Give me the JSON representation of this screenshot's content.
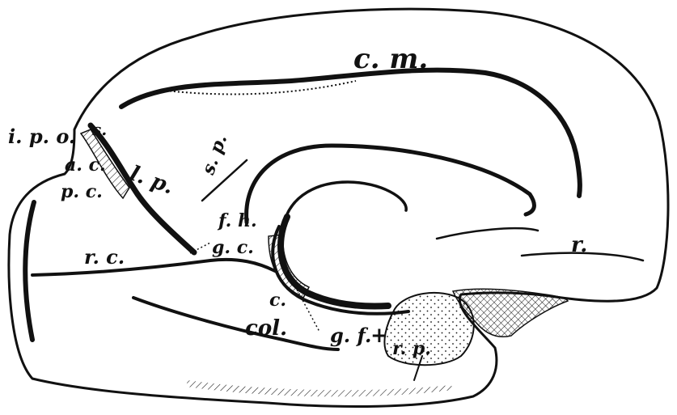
{
  "figure": {
    "ink_color": "#111111",
    "paper_color": "#ffffff",
    "labels": {
      "cm": "c. m.",
      "ipo": "i. p. o.",
      "ac": "a. c.",
      "s": "s.",
      "pc": "p. c.",
      "lp": "l. p.",
      "sp": "s. p.",
      "fh": "f. h.",
      "r": "r.",
      "rc": "r. c.",
      "gc": "g. c.",
      "c": "c.",
      "col": "col.",
      "gf": "g. f.",
      "plus": "+",
      "rp": "r. p."
    }
  }
}
